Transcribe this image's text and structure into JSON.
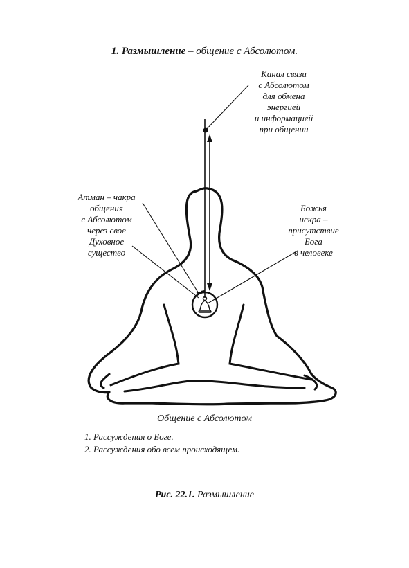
{
  "title": {
    "number": "1.",
    "bold": "Размышление",
    "rest": "– общение с Абсолютом."
  },
  "labels": {
    "channel": [
      "Канал связи",
      "с Абсолютом",
      "для обмена",
      "энергией",
      "и информацией",
      "при общении"
    ],
    "atman": [
      "Атман – чакра",
      "общения",
      "с Абсолютом",
      "через свое",
      "Духовное",
      "существо"
    ],
    "spark": [
      "Божья",
      "искра –",
      "присутствие",
      "Бога",
      "в человеке"
    ]
  },
  "caption": "Общение с Абсолютом",
  "list": [
    "1.  Рассуждения о Боге.",
    "2. Рассуждения обо всем происходящем."
  ],
  "figure": {
    "label": "Рис. 22.1.",
    "text": "Размышление"
  }
}
